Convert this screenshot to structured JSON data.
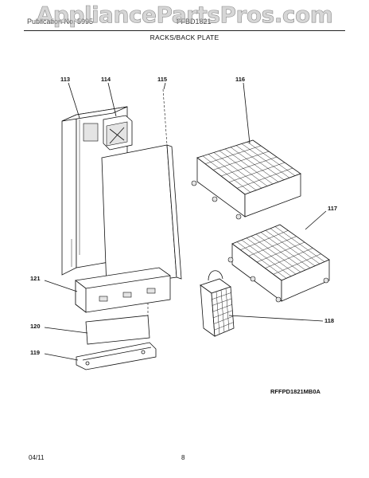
{
  "watermark": "AppliancePartsPros.com",
  "header": {
    "left_text": "Publication No. 5995",
    "model_text": "FFBD1821",
    "section_title": "RACKS/BACK PLATE"
  },
  "parts": {
    "p113": "113",
    "p114": "114",
    "p115": "115",
    "p116": "116",
    "p117": "117",
    "p118": "118",
    "p119": "119",
    "p120": "120",
    "p121": "121"
  },
  "reference_code": "RFFPD1821MB0A",
  "footer": {
    "date": "04/11",
    "page_number": "8"
  },
  "colors": {
    "ink": "#111111",
    "watermark": "#b4b4b4"
  }
}
